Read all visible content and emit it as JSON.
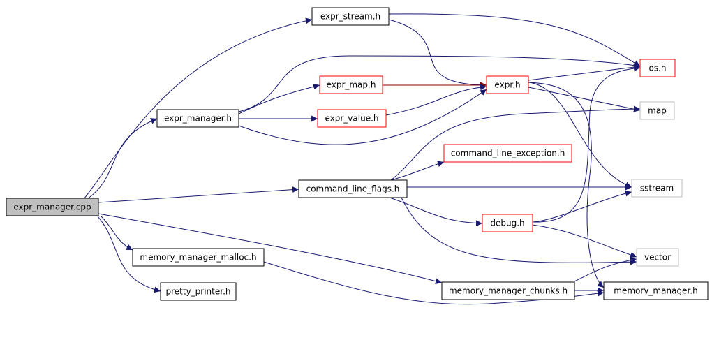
{
  "colors": {
    "root_fill": "#bfbfbf",
    "root_border": "#000000",
    "normal_border": "#000000",
    "truncated_border": "#ff0000",
    "external_border": "#bfbfbf",
    "node_fill": "#ffffff",
    "edge_navy": "#191970",
    "edge_red": "#8b0000"
  },
  "nodes": {
    "root": {
      "label": "expr_manager.cpp",
      "kind": "root"
    },
    "es": {
      "label": "expr_stream.h",
      "kind": "normal"
    },
    "em": {
      "label": "expr_manager.h",
      "kind": "normal"
    },
    "emap": {
      "label": "expr_map.h",
      "kind": "truncated"
    },
    "ev": {
      "label": "expr_value.h",
      "kind": "truncated"
    },
    "expr": {
      "label": "expr.h",
      "kind": "truncated"
    },
    "os": {
      "label": "os.h",
      "kind": "truncated"
    },
    "map": {
      "label": "map",
      "kind": "external"
    },
    "cle": {
      "label": "command_line_exception.h",
      "kind": "truncated"
    },
    "clf": {
      "label": "command_line_flags.h",
      "kind": "normal"
    },
    "ss": {
      "label": "sstream",
      "kind": "external"
    },
    "dbg": {
      "label": "debug.h",
      "kind": "truncated"
    },
    "vec": {
      "label": "vector",
      "kind": "external"
    },
    "mmm": {
      "label": "memory_manager_malloc.h",
      "kind": "normal"
    },
    "pp": {
      "label": "pretty_printer.h",
      "kind": "normal"
    },
    "mmc": {
      "label": "memory_manager_chunks.h",
      "kind": "normal"
    },
    "mm": {
      "label": "memory_manager.h",
      "kind": "normal"
    }
  },
  "edges": [
    {
      "from": "root",
      "to": "es"
    },
    {
      "from": "root",
      "to": "em"
    },
    {
      "from": "root",
      "to": "clf"
    },
    {
      "from": "root",
      "to": "mmm"
    },
    {
      "from": "root",
      "to": "pp"
    },
    {
      "from": "root",
      "to": "mmc"
    },
    {
      "from": "es",
      "to": "os"
    },
    {
      "from": "es",
      "to": "expr"
    },
    {
      "from": "em",
      "to": "emap"
    },
    {
      "from": "em",
      "to": "ev"
    },
    {
      "from": "em",
      "to": "os"
    },
    {
      "from": "em",
      "to": "expr"
    },
    {
      "from": "emap",
      "to": "expr",
      "style": "red"
    },
    {
      "from": "ev",
      "to": "expr"
    },
    {
      "from": "expr",
      "to": "os"
    },
    {
      "from": "expr",
      "to": "map"
    },
    {
      "from": "expr",
      "to": "ss"
    },
    {
      "from": "expr",
      "to": "mm"
    },
    {
      "from": "clf",
      "to": "cle"
    },
    {
      "from": "clf",
      "to": "ss"
    },
    {
      "from": "clf",
      "to": "dbg"
    },
    {
      "from": "clf",
      "to": "map"
    },
    {
      "from": "clf",
      "to": "vec"
    },
    {
      "from": "dbg",
      "to": "os"
    },
    {
      "from": "dbg",
      "to": "ss"
    },
    {
      "from": "dbg",
      "to": "vec"
    },
    {
      "from": "mmm",
      "to": "mm"
    },
    {
      "from": "mmc",
      "to": "mm"
    },
    {
      "from": "mmc",
      "to": "vec"
    }
  ]
}
